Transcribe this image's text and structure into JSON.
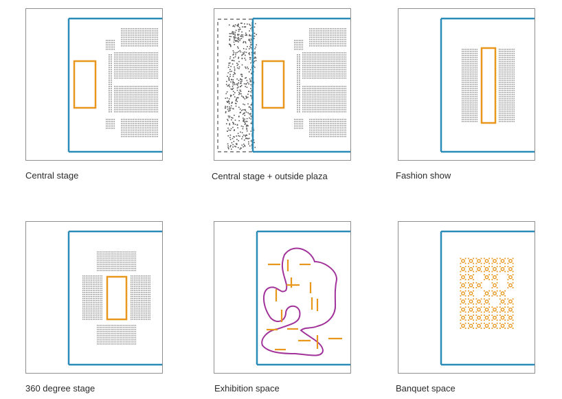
{
  "colors": {
    "frame": "#8e8e8e",
    "venue_wall": "#2a8bb8",
    "stage": "#e8961c",
    "seating": "#9a9a9a",
    "crowd": "#555555",
    "exhibition_path": "#a0329a",
    "exhibit_panel": "#e8961c",
    "banquet_table": "#e8961c"
  },
  "layouts": [
    {
      "caption": "Central stage",
      "icon": "central-stage-plan"
    },
    {
      "caption": "Central stage + outside plaza",
      "icon": "central-stage-plaza-plan"
    },
    {
      "caption": "Fashion show",
      "icon": "fashion-show-plan"
    },
    {
      "caption": "360 degree stage",
      "icon": "360-stage-plan"
    },
    {
      "caption": "Exhibition space",
      "icon": "exhibition-plan"
    },
    {
      "caption": "Banquet space",
      "icon": "banquet-plan"
    }
  ]
}
